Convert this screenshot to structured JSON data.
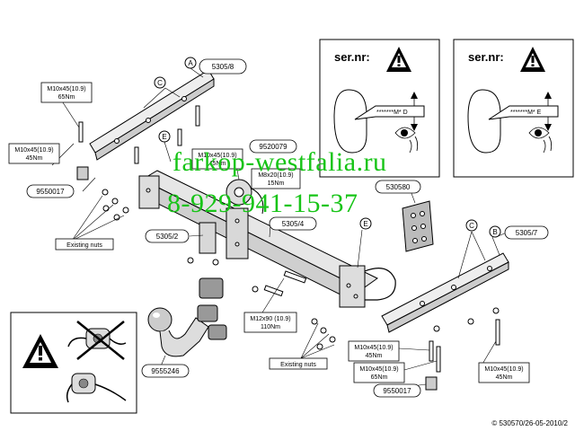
{
  "watermark": {
    "site": "farkop-westfalia.ru",
    "phone": "8-929-941-15-37",
    "color": "#17c417"
  },
  "warning_panels": {
    "left": {
      "title": "ser.nr:",
      "plate_code": "*******M* D",
      "icon": "warning-triangle-icon"
    },
    "right": {
      "title": "ser.nr:",
      "plate_code": "*******M* E",
      "icon": "warning-triangle-icon"
    },
    "bottom_left": {
      "icon": "warning-triangle-icon"
    }
  },
  "callouts": {
    "a": "A",
    "b": "B",
    "c_left": "C",
    "c_right": "C",
    "e_left": "E",
    "e_right": "E"
  },
  "part_numbers": {
    "left_bracket": "5305/8",
    "right_bracket": "5305/7",
    "crossbar": "5305/4",
    "center_plate": "5305/2",
    "electrics_left": "9520079",
    "socket_plate": "530580",
    "nuts_left": "9550017",
    "nuts_right": "9550017",
    "ball": "9555246"
  },
  "torque_labels": {
    "t1": {
      "bolt": "M10x45(10.9)",
      "torque": "65Nm"
    },
    "t2": {
      "bolt": "M10x45(10.9)",
      "torque": "45Nm"
    },
    "t3": {
      "bolt": "M10x45(10.9)",
      "torque": "45Nm"
    },
    "t4": {
      "bolt": "M8x20(10.9)",
      "torque": "15Nm"
    },
    "t5": {
      "bolt": "M12x90 (10.9)",
      "torque": "110Nm"
    },
    "t6": {
      "bolt": "M10x45(10.9)",
      "torque": "45Nm"
    },
    "t7": {
      "bolt": "M10x45(10.9)",
      "torque": "65Nm"
    },
    "t8": {
      "bolt": "M10x45(10.9)",
      "torque": "45Nm"
    }
  },
  "existing_nuts": {
    "left": "Existing nuts",
    "right": "Existing nuts"
  },
  "copyright": "© 530570/26-05-2010/2"
}
